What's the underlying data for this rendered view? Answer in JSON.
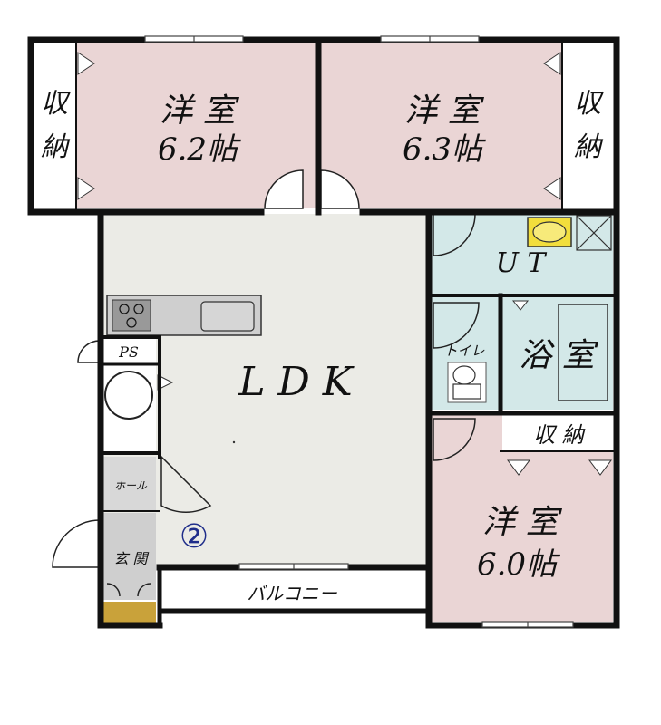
{
  "rooms": {
    "western_1": {
      "name": "洋 室",
      "size": "6.2帖"
    },
    "western_2": {
      "name": "洋 室",
      "size": "6.3帖"
    },
    "western_3": {
      "name": "洋 室",
      "size": "6.0帖"
    },
    "ldk": "L D K",
    "ut": "U T",
    "bath": "浴 室",
    "toilet": "トイレ",
    "hall": "ホール",
    "entrance": "玄 関",
    "ps": "PS",
    "balcony": "バルコニー",
    "storage_left": [
      "収",
      "納"
    ],
    "storage_right": [
      "収",
      "納"
    ],
    "storage_bottom": "収 納"
  },
  "marker": "②",
  "colors": {
    "bedroom": "#ead5d5",
    "ldk": "#ebebe6",
    "water": "#d3e8e8",
    "hall": "#d8d8d8",
    "shoe": "#c9a23a",
    "wall": "#111111",
    "marker": "#1f2d8a"
  }
}
